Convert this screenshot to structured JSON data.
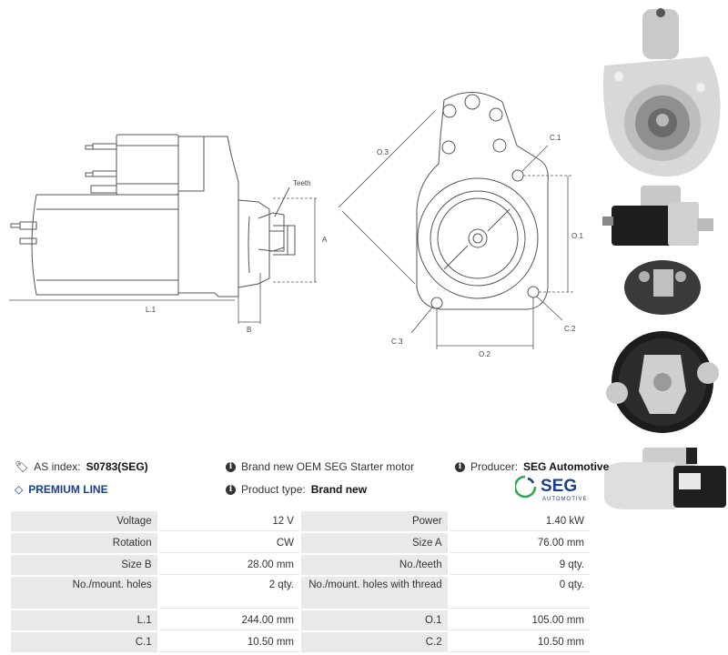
{
  "drawing": {
    "labels": {
      "teeth": "Teeth",
      "a": "A",
      "b": "B",
      "l1": "L.1",
      "o3": "O.3",
      "c1": "C.1",
      "o1": "O.1",
      "c2": "C.2",
      "c3": "C.3",
      "o2": "O.2"
    }
  },
  "info": {
    "as_index_label": "AS index:",
    "as_index_value": "S0783(SEG)",
    "premium_line": "PREMIUM LINE",
    "description": "Brand new OEM SEG Starter motor",
    "product_type_label": "Product type:",
    "product_type_value": "Brand new",
    "producer_label": "Producer:",
    "producer_value": "SEG Automotive",
    "logo_text": "SEG",
    "logo_subtext": "AUTOMOTIVE"
  },
  "specs": [
    {
      "l1": "Voltage",
      "v1": "12 V",
      "l2": "Power",
      "v2": "1.40 kW"
    },
    {
      "l1": "Rotation",
      "v1": "CW",
      "l2": "Size A",
      "v2": "76.00 mm"
    },
    {
      "l1": "Size B",
      "v1": "28.00 mm",
      "l2": "No./teeth",
      "v2": "9 qty."
    },
    {
      "l1": "No./mount. holes",
      "v1": "2 qty.",
      "l2": "No./mount. holes with thread",
      "v2": "0 qty."
    },
    {
      "l1": "L.1",
      "v1": "244.00 mm",
      "l2": "O.1",
      "v2": "105.00 mm"
    },
    {
      "l1": "C.1",
      "v1": "10.50 mm",
      "l2": "C.2",
      "v2": "10.50 mm"
    }
  ],
  "colors": {
    "premium": "#1a3f8f",
    "seg_green": "#2aa84a",
    "seg_blue": "#1a3f8f",
    "label_bg": "#e9e9e9"
  }
}
